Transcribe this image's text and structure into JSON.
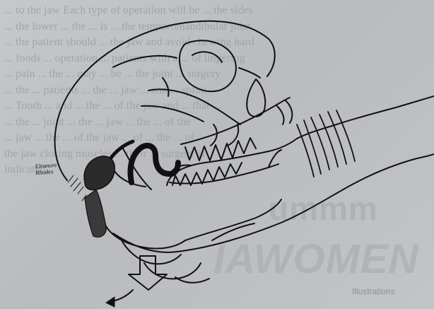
{
  "article": {
    "lines": [
      "... to the jaw  Each type of operation will be ... the sides",
      "... the lower  ... the ... is ... the temporomandibular joint",
      "... the patient should ... the jaw and avoid chewing hard",
      "... foods ... operation ... patients with a ... of lingering",
      "... pain ... the ... may ... be ... the joint ... surgery",
      "... the ... patients ... the ... jaw ... and ... splint",
      "... Tooth ... and ... the ... of the jaw and ... that ...",
      "... the ... joint ... the ... jaw ... the ... of the",
      "... jaw ... the ... of the jaw ... of ... the ... of",
      "the jaw closing muscles  ... their ... surgery is",
      "indicated."
    ],
    "display_1": "ummm",
    "display_2": "IAWOMEN",
    "footnote": "Illustrations"
  },
  "illustration": {
    "signature_line_1": "Eleanore",
    "signature_line_2": "Rhodes"
  },
  "colors": {
    "line": "#111111",
    "shade": "#2b2b2b",
    "background": "#c2c4c7"
  }
}
